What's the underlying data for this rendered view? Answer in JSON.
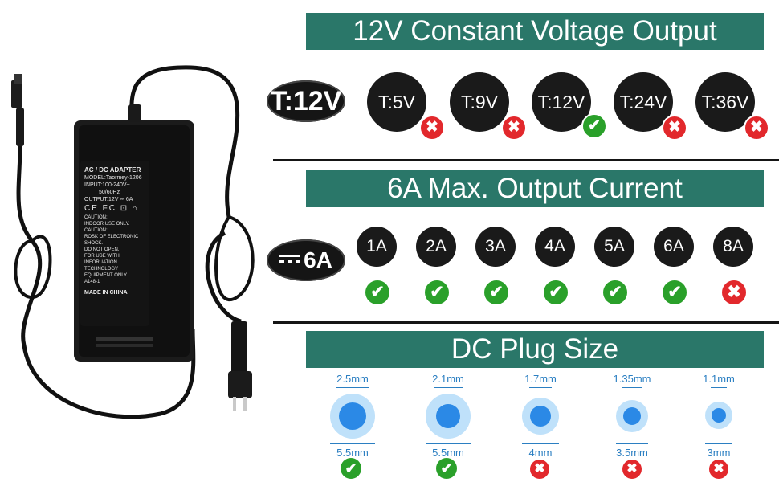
{
  "colors": {
    "header_bg": "#2a7769",
    "ok": "#2aa02a",
    "bad": "#e2282c",
    "plug_blue": "#2b89e6"
  },
  "product": {
    "label_lines": {
      "title": "AC / DC ADAPTER",
      "model": "MODEL:Taormey-1206",
      "input": "INPUT:100-240V~",
      "hz": "50/60Hz",
      "output": "OUTPUT:12V ⎓ 6A",
      "symbols": "CE FC ⊡ ⌂",
      "caution1": "CAUTION:",
      "caution2": "INDOOR USE ONLY.",
      "caution3": "CAUTION:",
      "caution4": "ROSK OF ELECTRONIC SHOCK.",
      "caution5": "DO NOT OPEN.",
      "caution6": "FOR USE WITH INFORUATION",
      "caution7": "TECHNOLOGY EQUIPMENT ONLY.",
      "code": "A148-1",
      "made": "MADE IN CHINA"
    }
  },
  "voltage": {
    "title": "12V Constant Voltage Output",
    "badge": "T:12V",
    "items": [
      {
        "label": "T:5V",
        "ok": false
      },
      {
        "label": "T:9V",
        "ok": false
      },
      {
        "label": "T:12V",
        "ok": true
      },
      {
        "label": "T:24V",
        "ok": false
      },
      {
        "label": "T:36V",
        "ok": false
      }
    ]
  },
  "current": {
    "title": "6A Max. Output Current",
    "badge": "6A",
    "items": [
      {
        "label": "1A",
        "ok": true
      },
      {
        "label": "2A",
        "ok": true
      },
      {
        "label": "3A",
        "ok": true
      },
      {
        "label": "4A",
        "ok": true
      },
      {
        "label": "5A",
        "ok": true
      },
      {
        "label": "6A",
        "ok": true
      },
      {
        "label": "8A",
        "ok": false
      }
    ]
  },
  "plug": {
    "title": "DC Plug Size",
    "items": [
      {
        "inner": "2.5mm",
        "outer": "5.5mm",
        "ok": true
      },
      {
        "inner": "2.1mm",
        "outer": "5.5mm",
        "ok": true
      },
      {
        "inner": "1.7mm",
        "outer": "4mm",
        "ok": false
      },
      {
        "inner": "1.35mm",
        "outer": "3.5mm",
        "ok": false
      },
      {
        "inner": "1.1mm",
        "outer": "3mm",
        "ok": false
      }
    ]
  },
  "marks": {
    "ok": "✔",
    "bad": "✖"
  }
}
